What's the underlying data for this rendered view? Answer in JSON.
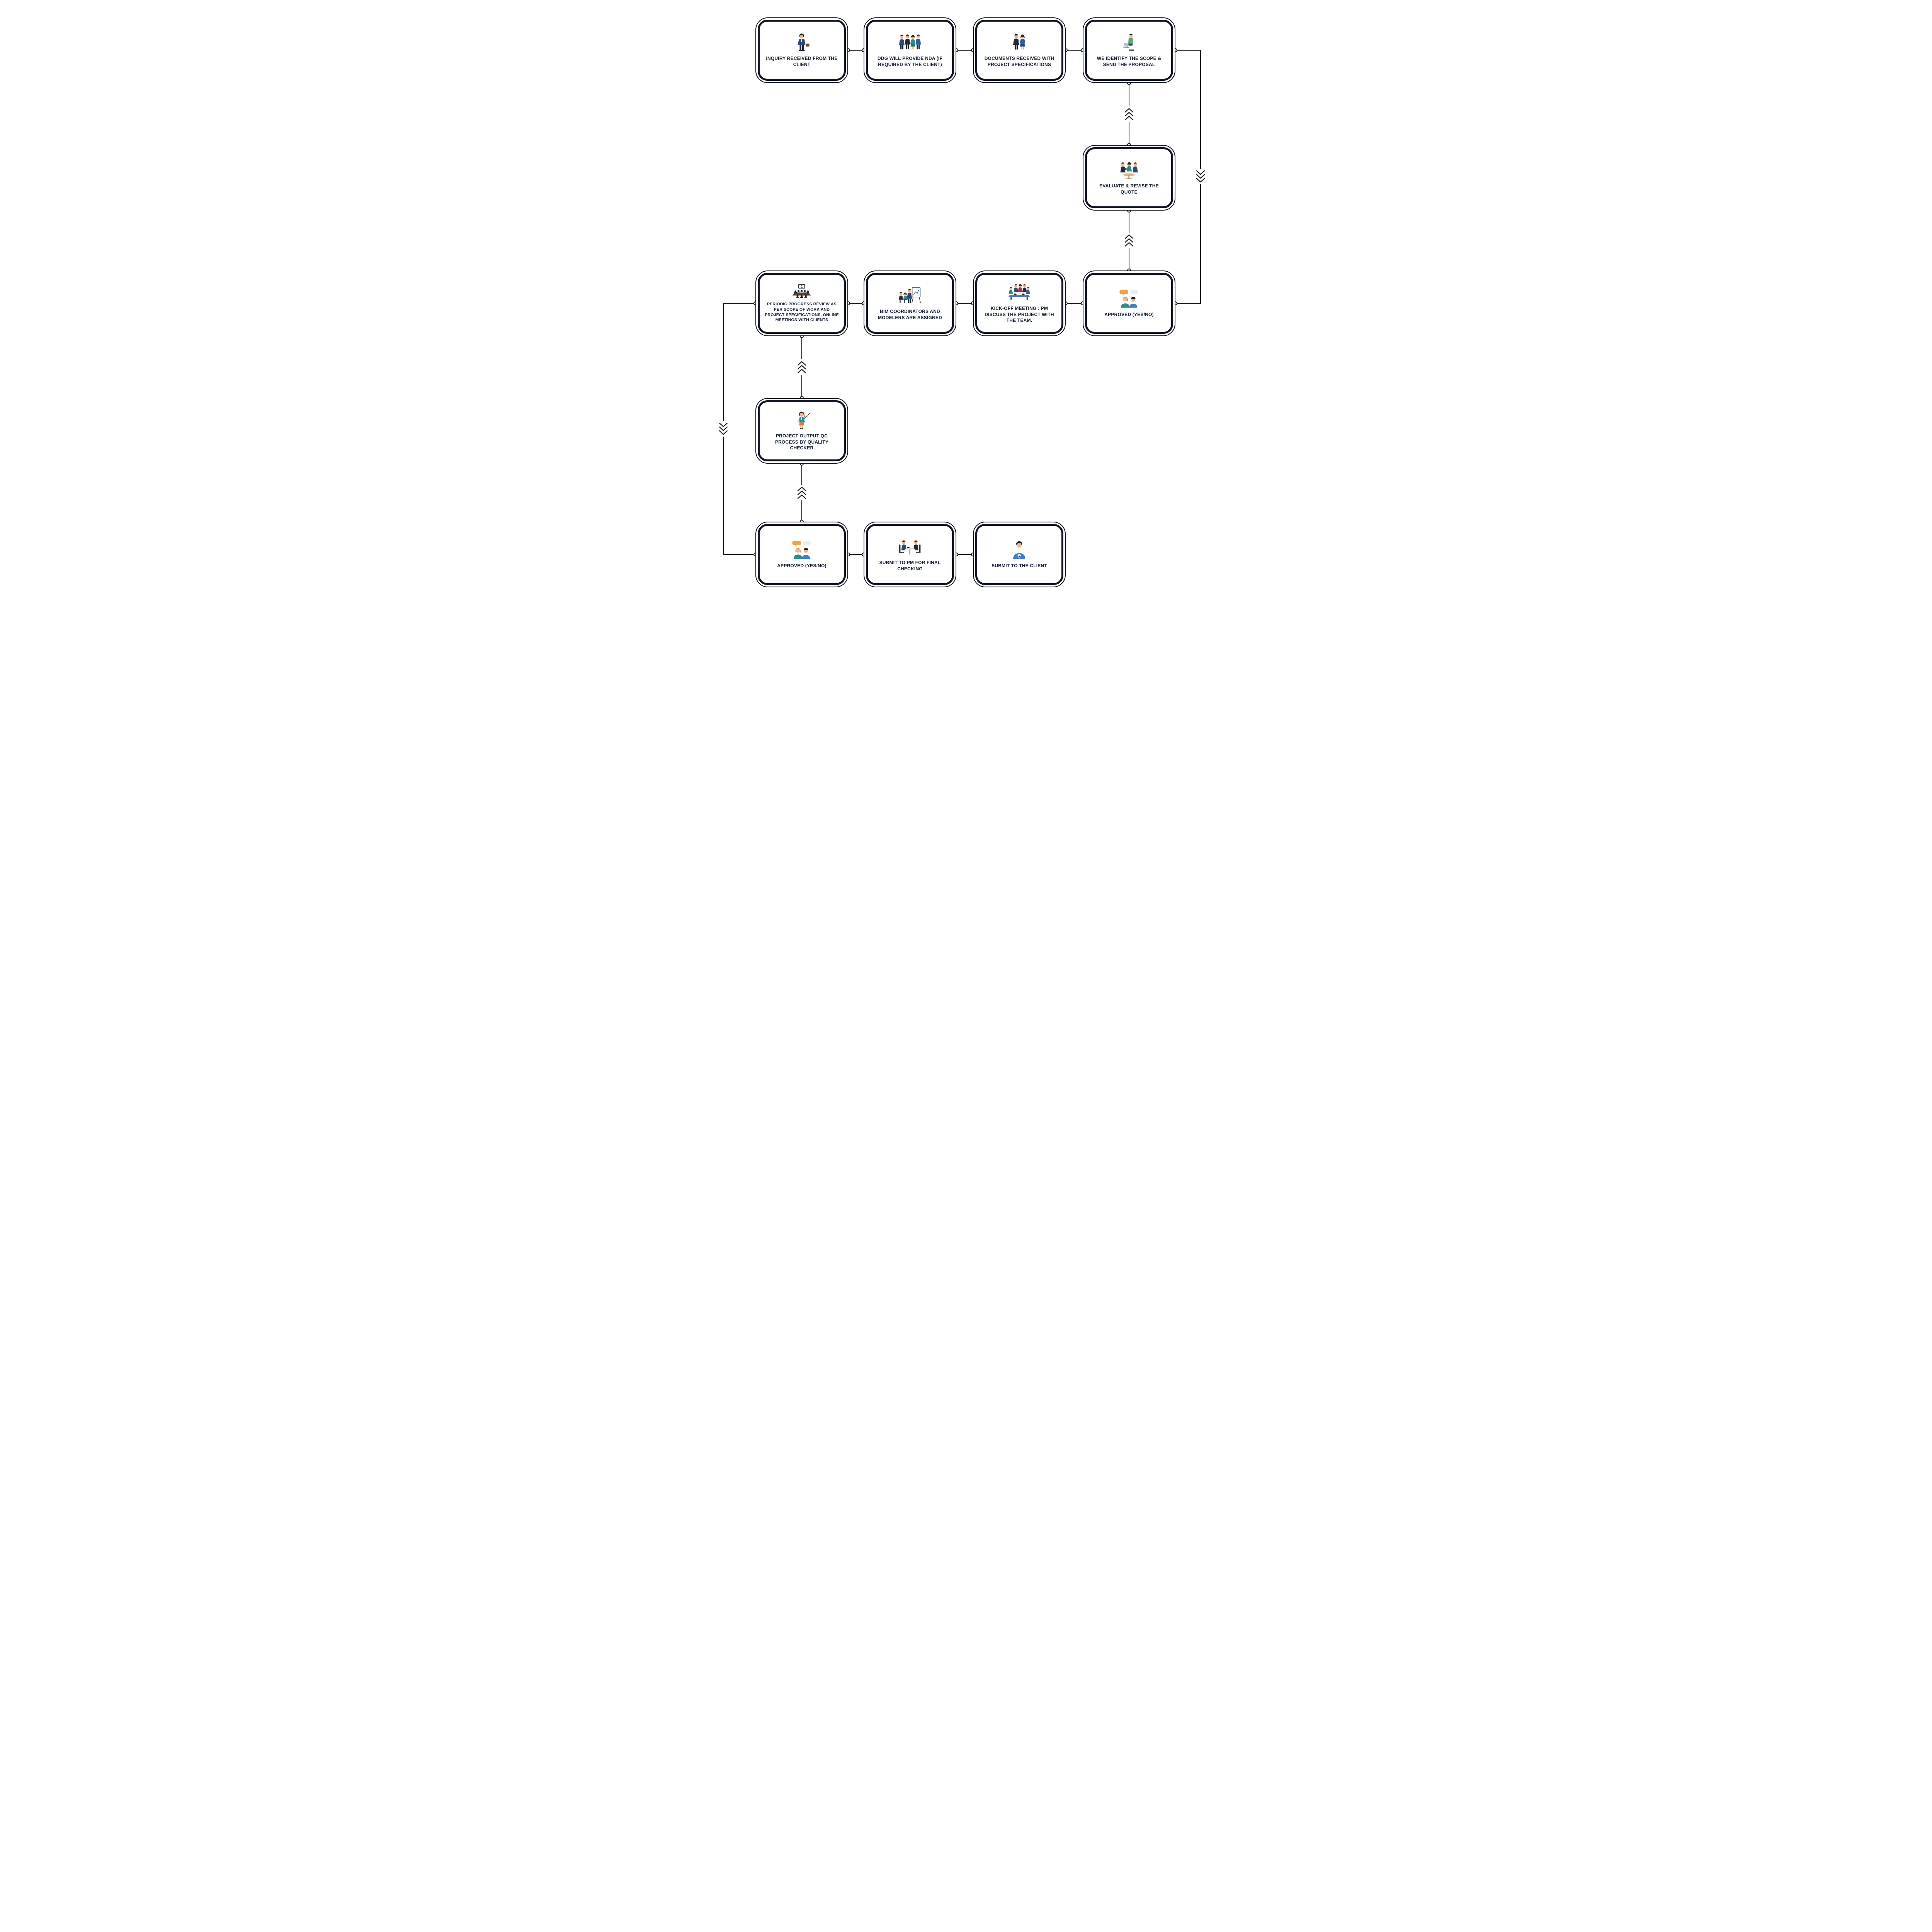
{
  "diagram": {
    "kind": "workflow-flowchart",
    "background": "#ffffff",
    "colors": {
      "box_outer_border": "#0a0c14",
      "box_inner_border": "#0e1424",
      "connector_line": "#15151f",
      "label_text": "#0f1a30"
    }
  },
  "nodes": {
    "inquiry": {
      "label": "INQUIRY RECEIVED FROM THE CLIENT",
      "icon": "businessman-icon"
    },
    "nda": {
      "label": "DDG WILL PROVIDE NDA (IF REQUIRED BY THE CLIENT)",
      "icon": "people-group-icon"
    },
    "documents": {
      "label": "DOCUMENTS RECEIVED WITH PROJECT SPECIFICATIONS",
      "icon": "two-people-documents-icon"
    },
    "scope-proposal": {
      "label": "WE IDENTIFY THE SCOPE & SEND THE PROPOSAL",
      "icon": "person-laptop-icon"
    },
    "evaluate-quote": {
      "label": "EVALUATE & REVISE THE QUOTE",
      "icon": "meeting-discussion-icon"
    },
    "approved-1": {
      "label": "APPROVED (YES/NO)",
      "icon": "chat-people-icon"
    },
    "kickoff-meeting": {
      "label": "KICK-OFF MEETING : PM DISCUSS THE PROJECT WITH THE TEAM.",
      "icon": "conference-table-icon"
    },
    "bim-assigned": {
      "label": "BIM COORDINATORS AND MODELERS ARE ASSIGNED",
      "icon": "presentation-flipchart-icon"
    },
    "progress-review": {
      "label": "PERIODIC PROGRESS REVIEW AS PER SCOPE OF WORK AND PROJECT SPECIFICATIONS, ONLINE MEETINGS WITH CLIENTS",
      "icon": "video-conference-icon"
    },
    "qc-process": {
      "label": "PROJECT OUTPUT QC PROCESS BY QUALITY CHECKER",
      "icon": "quality-checker-icon"
    },
    "approved-2": {
      "label": "APPROVED (YES/NO)",
      "icon": "chat-people-icon"
    },
    "submit-pm": {
      "label": "SUBMIT TO PM FOR FINAL CHECKING",
      "icon": "final-checking-icon"
    },
    "submit-client": {
      "label": "SUBMIT TO THE CLIENT",
      "icon": "client-icon"
    }
  },
  "edges": [
    {
      "from": "inquiry",
      "to": "nda",
      "style": "line"
    },
    {
      "from": "nda",
      "to": "documents",
      "style": "line"
    },
    {
      "from": "documents",
      "to": "scope-proposal",
      "style": "line"
    },
    {
      "from": "scope-proposal",
      "to": "evaluate-quote",
      "style": "chevron-up"
    },
    {
      "from": "evaluate-quote",
      "to": "approved-1",
      "style": "chevron-up"
    },
    {
      "from": "scope-proposal",
      "to": "approved-1",
      "style": "chevron-down-right-edge"
    },
    {
      "from": "approved-1",
      "to": "kickoff-meeting",
      "style": "line"
    },
    {
      "from": "kickoff-meeting",
      "to": "bim-assigned",
      "style": "line"
    },
    {
      "from": "bim-assigned",
      "to": "progress-review",
      "style": "line"
    },
    {
      "from": "progress-review",
      "to": "qc-process",
      "style": "chevron-up"
    },
    {
      "from": "qc-process",
      "to": "approved-2",
      "style": "chevron-up"
    },
    {
      "from": "progress-review",
      "to": "approved-2",
      "style": "chevron-down-left-edge"
    },
    {
      "from": "approved-2",
      "to": "submit-pm",
      "style": "line"
    },
    {
      "from": "submit-pm",
      "to": "submit-client",
      "style": "line"
    }
  ]
}
